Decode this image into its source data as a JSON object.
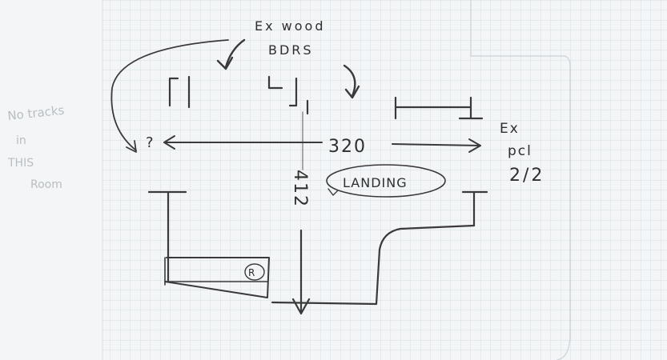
{
  "sheet": {
    "paper_color": "#f3f5f6",
    "grid_color": "#c9d7dd",
    "pencil_color": "#3a3a3a",
    "faint_color": "#b9bec2"
  },
  "annotations": {
    "ex_wood_bdrs_line1": "Ex wood",
    "ex_wood_bdrs_line2": "BDRS",
    "query_mark": "?",
    "dimension_horizontal": "320",
    "dimension_vertical": "412",
    "landing": "LANDING",
    "ex_pcl_line1": "Ex",
    "ex_pcl_line2": "pcl",
    "ex_pcl_line3": "2/2",
    "faint_note_line1": "No tracks",
    "faint_note_line2": "in",
    "faint_note_line3": "THIS",
    "faint_note_line4": "Room",
    "small_mark": "R"
  }
}
